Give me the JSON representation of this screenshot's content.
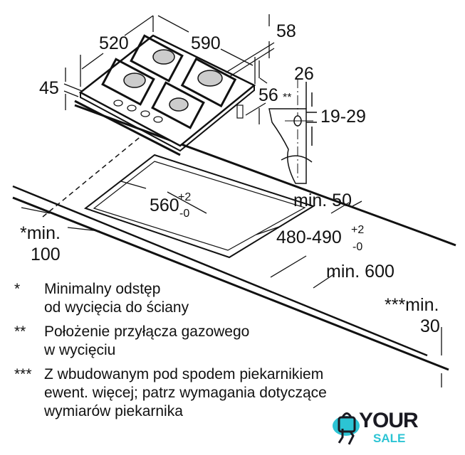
{
  "dimensions": {
    "width_520": "520",
    "depth_590": "590",
    "d58": "58",
    "d45": "45",
    "d56": "56",
    "d26": "26",
    "gas_mark": "**",
    "range_19_29": "19-29",
    "min50": "min. 50",
    "cut_width": "560",
    "cut_width_plus": "+2",
    "cut_width_minus": "-0",
    "cut_depth": "480-490",
    "cut_depth_plus": "+2",
    "cut_depth_minus": "-0",
    "min100_line1": "*min.",
    "min100_line2": "100",
    "min600": "min. 600",
    "min30_line1": "***min.",
    "min30_line2": "30"
  },
  "notes": [
    {
      "mark": "*",
      "lines": [
        "Minimalny odstęp",
        "od wycięcia do ściany"
      ]
    },
    {
      "mark": "**",
      "lines": [
        "Położenie przyłącza gazowego",
        "w wycięciu"
      ]
    },
    {
      "mark": "***",
      "lines": [
        "Z wbudowanym pod spodem piekarnikiem",
        "ewent. więcej; patrz wymagania dotyczące",
        "wymiarów piekarnika"
      ]
    }
  ],
  "logo": {
    "line1": "YOUR",
    "line2": "SALE",
    "accent": "#2cc4d4",
    "dark": "#1a1a22"
  }
}
